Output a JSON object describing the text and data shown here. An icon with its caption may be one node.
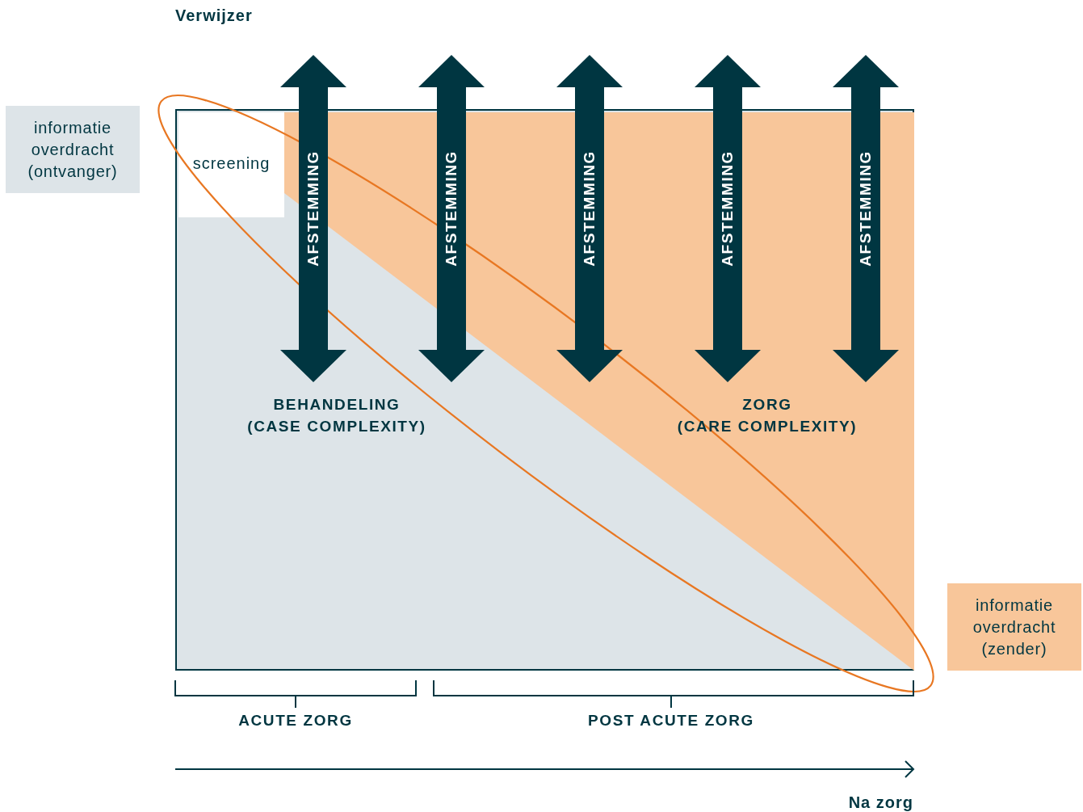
{
  "diagram": {
    "nodes": [
      {
        "text": [
          "informatie overdracht (ontvanger)"
        ]
      },
      {
        "text": [],
        "shape": "box"
      },
      {
        "text": [
          "screening"
        ],
        "in": 1
      },
      {
        "text": [
          "AFSTEMMING"
        ]
      },
      {
        "text": [
          "AFSTEMMING"
        ]
      },
      {
        "text": [
          "AFSTEMMING"
        ]
      },
      {
        "text": [
          "AFSTEMMING"
        ]
      },
      {
        "text": [
          "AFSTEMMING"
        ]
      },
      {
        "text": [
          "BEHANDELING (CASE COMPLEXITY)"
        ],
        "in": 1
      },
      {
        "text": [
          "ZORG (CARE COMPLEXITY)"
        ],
        "in": 1
      },
      {
        "text": [
          "informatie overdracht (zender)"
        ]
      }
    ],
    "labels": [
      "Verwijzer",
      "ACUTE ZORG",
      "POST ACUTE ZORG",
      "Na zorg"
    ]
  }
}
